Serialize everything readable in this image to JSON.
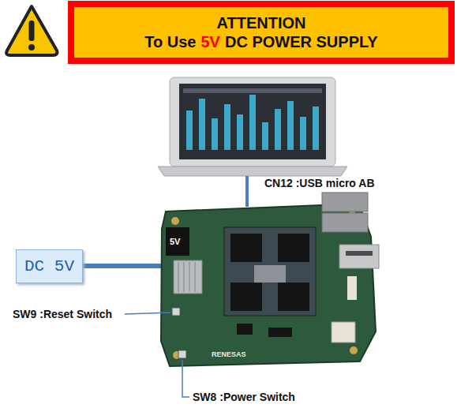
{
  "diagram": {
    "nodes": [
      {
        "text": [
          "ATTENTION",
          "To Use",
          "5V",
          "DC POWER SUPPLY"
        ]
      },
      {
        "text": [
          "DC 5V"
        ]
      }
    ],
    "labels": [
      "CN12 :USB micro AB",
      "SW9 :Reset Switch",
      "SW8 :Power Switch",
      "5V",
      "RENESAS"
    ]
  }
}
